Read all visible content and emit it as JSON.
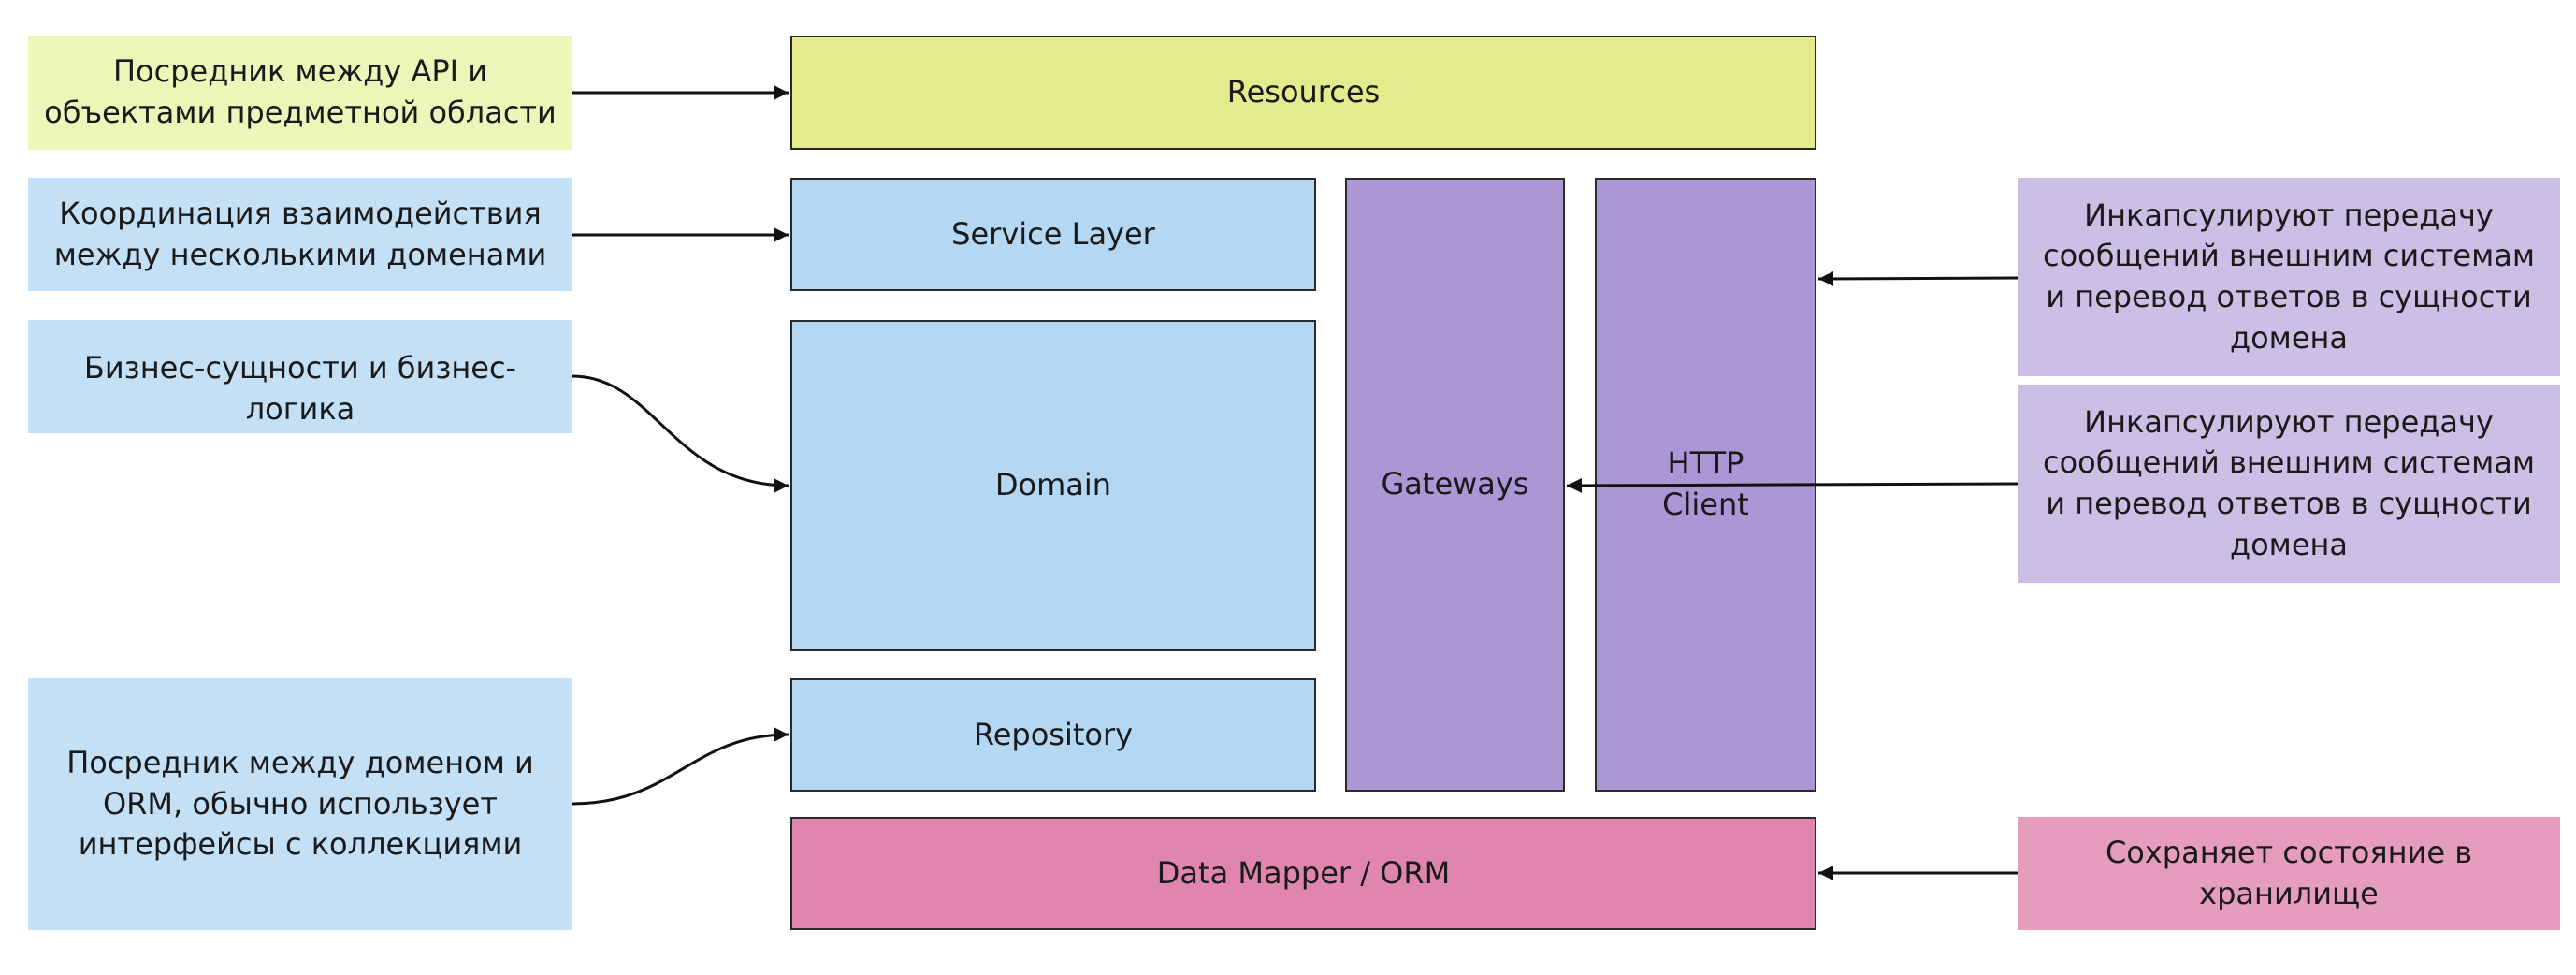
{
  "layers": {
    "resources": "Resources",
    "service_layer": "Service Layer",
    "domain": "Domain",
    "repository": "Repository",
    "gateways": "Gateways",
    "http_client": "HTTP\nClient",
    "data_mapper": "Data Mapper / ORM"
  },
  "notes": {
    "resources": "Посредник между API и объектами предметной области",
    "service_layer": "Координация взаимодействия между несколькими доменами",
    "domain": "Бизнес-сущности и бизнес-логика",
    "repository": "Посредник между доменом и ORM, обычно использует интерфейсы с коллекциями",
    "http_client": "Инкапсулируют передачу сообщений внешним системам и перевод ответов в сущности домена",
    "gateways": "Инкапсулируют передачу сообщений внешним системам и перевод ответов в сущности домена",
    "data_mapper": "Сохраняет состояние в хранилище"
  },
  "colors": {
    "resources_fill": "#e3ec8d",
    "resources_note": "#eef5b8",
    "domain_fill": "#b4d7f4",
    "domain_note": "#c4e0f6",
    "gateway_fill": "#ac97d6",
    "gateway_note": "#cbbfe6",
    "orm_fill": "#e086ae",
    "orm_note": "#e69dbd"
  }
}
